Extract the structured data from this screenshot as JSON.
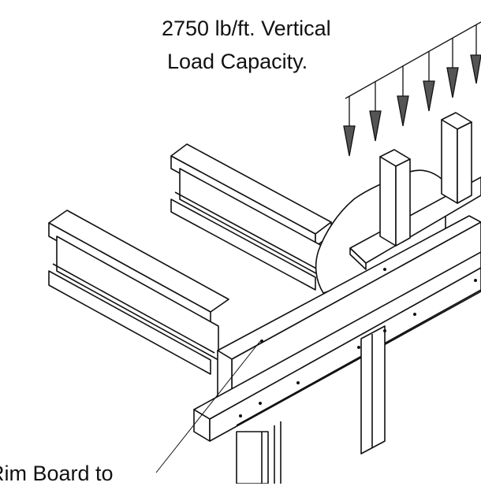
{
  "annotation": {
    "load_line_1": "2750 lb/ft. Vertical",
    "load_line_2": "Load Capacity.",
    "rim_board_label": "Rim Board to"
  },
  "colors": {
    "line": "#111111",
    "arrow_fill": "#555555",
    "background": "#ffffff"
  }
}
